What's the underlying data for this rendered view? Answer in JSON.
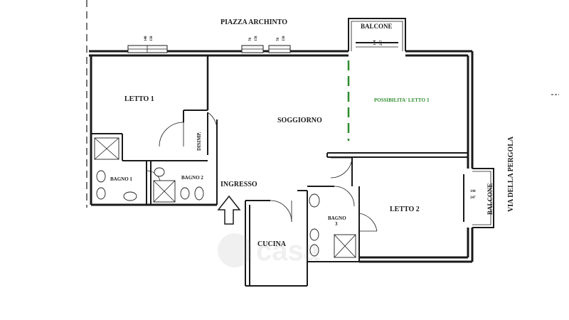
{
  "street_labels": {
    "top": "PIAZZA ARCHINTO",
    "right": "VIA DELLA PERGOLA"
  },
  "rooms": {
    "letto1": "LETTO 1",
    "soggiorno": "SOGGIORNO",
    "possibilita": "POSSIBILITA' LETTO 3",
    "disimp": "DISIMP.",
    "bagno1": "BAGNO 1",
    "bagno2": "BAGNO 2",
    "ingresso": "INGRESSO",
    "cucina": "CUCINA",
    "bagno3_line1": "BAGNO",
    "bagno3_line2": "3",
    "letto2": "LETTO 2",
    "balcone_top": "BALCONE",
    "balcone_right": "BALCONE"
  },
  "window_dims": {
    "w1_a": "148",
    "w1_b": "158",
    "w2_a": "78",
    "w2_b": "158",
    "w3_a": "78",
    "w3_b": "158",
    "w4_a": "144",
    "w4_b": "247",
    "w5_a": "144",
    "w5_b": "247"
  },
  "watermark": "casa",
  "colors": {
    "accent_green": "#2e8b2e",
    "line": "#1a1a1a"
  }
}
